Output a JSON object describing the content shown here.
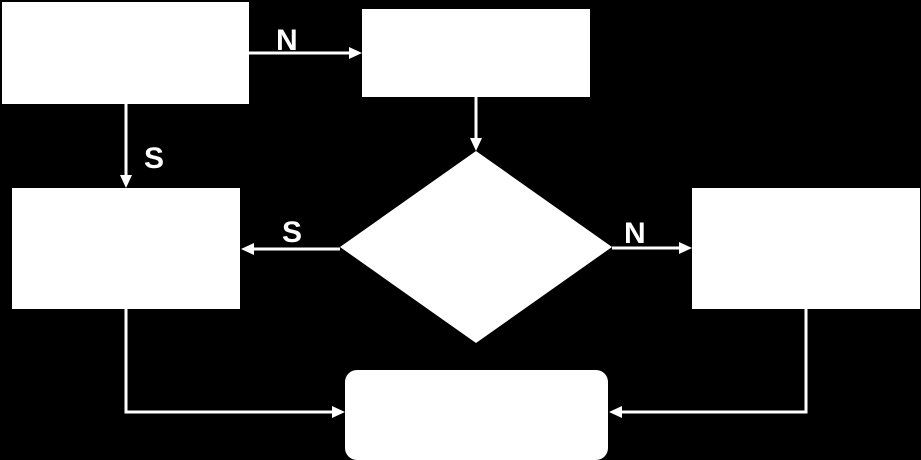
{
  "diagram": {
    "colors": {
      "background": "#000000",
      "foreground": "#ffffff"
    },
    "edge_labels": {
      "top_no": "N",
      "left_yes": "S",
      "middle_yes": "S",
      "right_no": "N"
    }
  }
}
